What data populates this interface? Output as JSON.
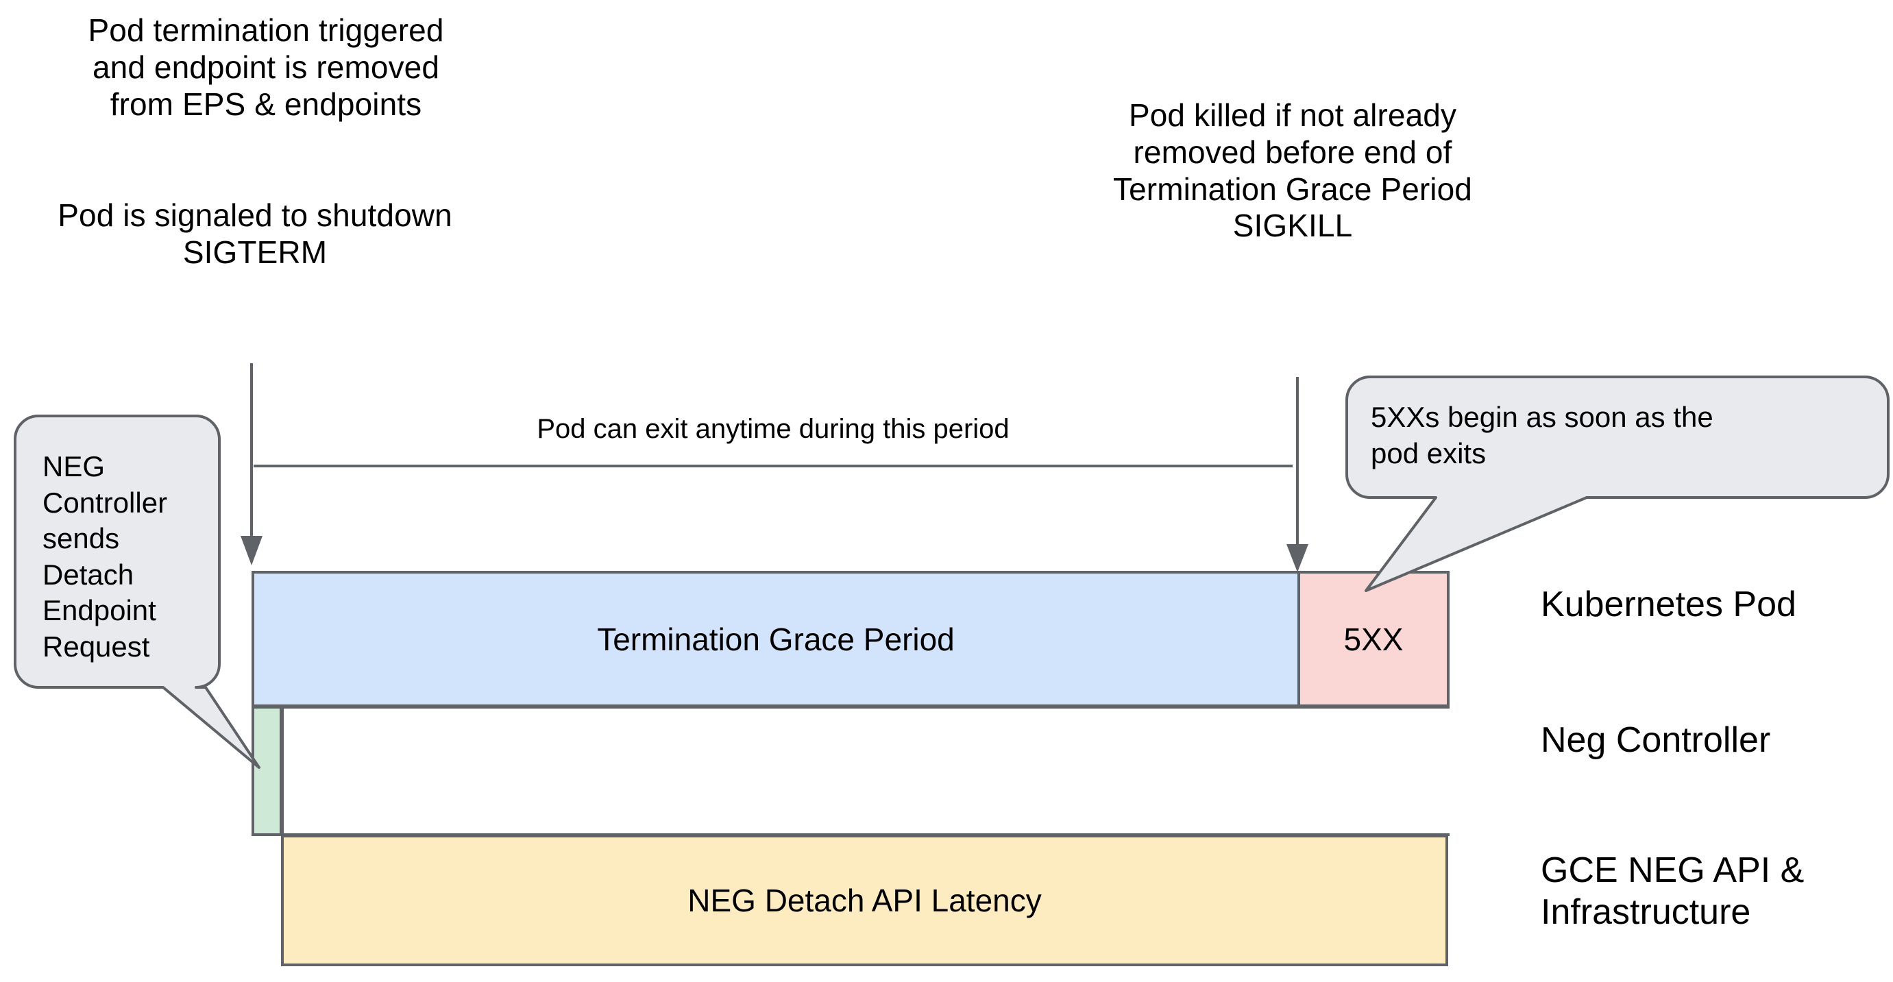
{
  "diagram": {
    "title": "Kubernetes Pod termination and NEG detach timeline",
    "background_color": "#ffffff",
    "stroke_color": "#5f6368"
  },
  "notes": {
    "left_top": "Pod termination triggered\nand endpoint is removed\nfrom EPS & endpoints",
    "left_bottom": "Pod is signaled to shutdown\nSIGTERM",
    "right_top": "Pod killed if not already\nremoved before end of\nTermination Grace Period\nSIGKILL"
  },
  "period": {
    "label": "Pod can exit anytime during this period"
  },
  "callouts": [
    {
      "id": "neg-controller-detach",
      "text": "NEG\nController\nsends\nDetach\nEndpoint\nRequest",
      "fill": "#e8eaed",
      "stroke": "#5f6368"
    },
    {
      "id": "5xx-begin",
      "text": "5XXs begin as soon as the\npod exits",
      "fill": "#e8eaed",
      "stroke": "#5f6368"
    }
  ],
  "bars": [
    {
      "id": "termination-grace-period",
      "label": "Termination Grace Period",
      "fill": "#d2e3fc",
      "lane": "Kubernetes Pod"
    },
    {
      "id": "5xx",
      "label": "5XX",
      "fill": "#fad7d4",
      "lane": "Kubernetes Pod"
    },
    {
      "id": "neg-detach-send",
      "label": "",
      "fill": "#cee9d6",
      "lane": "Neg Controller"
    },
    {
      "id": "neg-detach-api-latency",
      "label": "NEG Detach API Latency",
      "fill": "#fcecc0",
      "lane": "GCE NEG API & Infrastructure"
    }
  ],
  "lanes": [
    {
      "id": "kubernetes-pod",
      "label": "Kubernetes Pod"
    },
    {
      "id": "neg-controller",
      "label": "Neg Controller"
    },
    {
      "id": "gce-neg-api",
      "label": "GCE NEG API &\nInfrastructure"
    }
  ]
}
